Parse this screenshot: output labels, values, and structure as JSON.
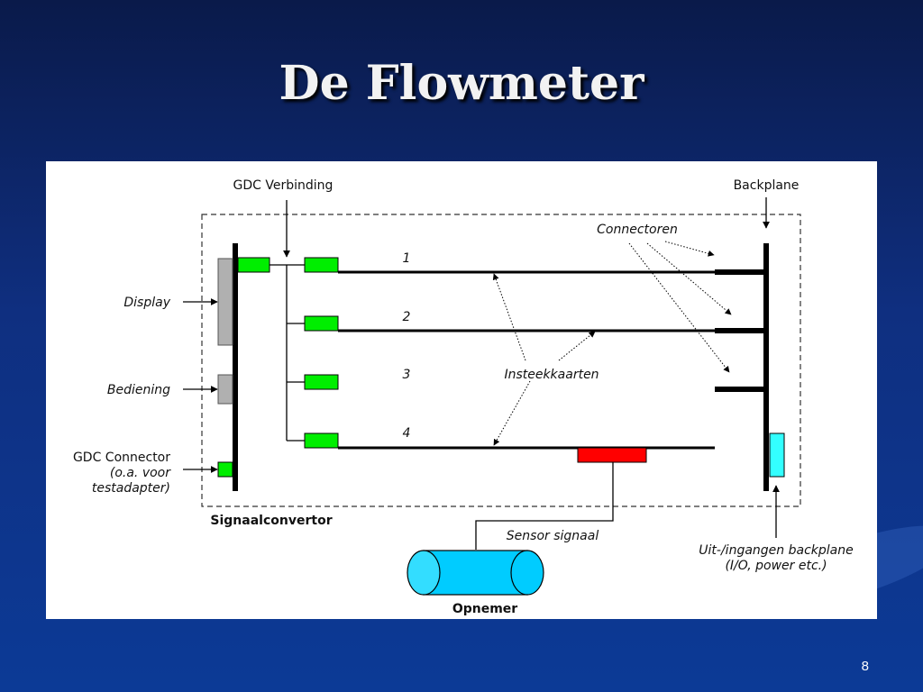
{
  "slide": {
    "title": "De Flowmeter",
    "page_number": "8"
  },
  "diagram": {
    "labels": {
      "gdc_verbinding": "GDC Verbinding",
      "backplane": "Backplane",
      "connectoren": "Connectoren",
      "display": "Display",
      "bediening": "Bediening",
      "gdc_connector": [
        "GDC Connector",
        "(o.a. voor",
        "testadapter)"
      ],
      "signaalconvertor": "Signaalconvertor",
      "insteekkaarten": "Insteekkaarten",
      "sensor_signaal": "Sensor signaal",
      "uit_ingangen": [
        "Uit-/ingangen backplane",
        "(I/O, power etc.)"
      ],
      "opnemer": "Opnemer"
    },
    "card_numbers": [
      "1",
      "2",
      "3",
      "4"
    ],
    "colors": {
      "connector_green": "#00ee00",
      "sensor_red": "#ff0000",
      "display_gray": "#b0b0b0",
      "io_cyan": "#33ffff",
      "cylinder_cyan": "#00ccff"
    }
  }
}
